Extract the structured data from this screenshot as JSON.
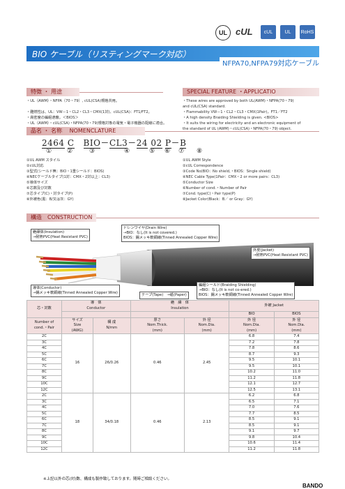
{
  "logos": {
    "ul_text": "UL",
    "cul_text": "cUL",
    "badges": [
      "cUL",
      "UL",
      "RoHS"
    ]
  },
  "title": "BIO ケーブル（リスティングマーク対応）",
  "subtitle": "NFPA70,NFPA79対応ケーブル",
  "features": {
    "header_jp": "特徴 ・ 用途",
    "header_en": "SPECIAL FEATURE ・APPLICATIO",
    "jp": [
      "・UL（AWM）・NFPA（70・79）, cUL(CSA)規格共用。",
      "・難燃性は、UL：VW－1・CL2・CL3・CMX(1対)、cUL(CSA)：FT1/FT2。",
      "・高密度の編組遮蔽。＜BIOS＞",
      "・UL（AWM）・cUL(CSA)・NFPA(70・79)規格対象の電気・電子機器の配線に適合。"
    ],
    "en": [
      "・These wires are approved by both UL(AWM)・NFPA(70・79)",
      "  and cUL(CSA) standard.",
      "・Flammability VW－1・CL2・CL3・CMX(1Pair)，FT1／FT2",
      "・A high density Braiding Shielding  is given. <BIOS>",
      "・It suits the wiring for electricity and an electronic equipment of",
      "  the standard of  UL (AWM)・cUL(CSA)・NFPA(70・79)  object."
    ]
  },
  "nomenclature": {
    "header": "品名 ・ 名称　 NOMENCLATURE",
    "code_parts": [
      "2464",
      "C",
      "BIO",
      "－",
      "CL3",
      "－",
      "24",
      "02",
      "P",
      "－",
      "B"
    ],
    "numbers": [
      "①",
      "②",
      "③",
      "④",
      "⑤",
      "⑥",
      "⑦",
      "⑧"
    ],
    "jp": [
      "①UL AWM スタイル",
      "②cUL対応",
      "③型式(シールド無：BIO・1重シールド：BIOS)",
      "④NECケーブルタイプ(1対：CMX・2対以上：CL3)",
      "⑤導体サイズ",
      "⑥芯数及び対数",
      "⑦芯タイプ(C)・対タイプ(P)",
      "⑧外被色(黒：B/又は灰：GY)"
    ],
    "en": [
      "①UL AWM Style",
      "②cUL Correspondence",
      "③Code No(BIO：No shield,・BIOS：Single shield)",
      "④NEC Cable Type(1Pair：CMX・2 or more pairs：CL3)",
      "⑤Conductor Size",
      "⑥Number of cond.・Number of Pair",
      "⑦Cond. type(C)・Pair type(P)",
      "⑧Jacket Color(Black：B／ or Gray：GY)"
    ]
  },
  "construction": {
    "header": "構造　CONSTRUCTION",
    "callouts": {
      "insulation": [
        "絶縁体(Insulation)",
        "→耐熱PVC(Heat  Resistant  PVC)"
      ],
      "drain": [
        "ドレンワイヤ(Drain Wire)",
        "→BIO：なし(It is not covered.)",
        "  BIOS：錫メッキ軟銅線(Tinned Annealed Copper Wire)"
      ],
      "jacket": [
        "外皮(Jacket)",
        "→耐熱PVC(Heat Resistant PVC)"
      ],
      "conductor": [
        "導体(Conductor)",
        "→錫メッキ軟銅線(Tinned Annealed Copper Wire)"
      ],
      "tape": "テープ(Tape)　→紙(Paper)",
      "shield": [
        "編組シールド(Braiding Shielding)",
        "→BIO：なし(It is not co-ered.)",
        "  BIOS：錫メッキ軟銅線(Tinned Annealed Copper Wire)"
      ]
    }
  },
  "table": {
    "headers": {
      "cores_jp": "芯・対数",
      "conductor_jp": "導　体",
      "conductor_en": "Conductor",
      "insulation_jp": "絶　縁　体",
      "insulation_en": "Insulation",
      "jacket": "外被 Jacket",
      "bio": "BIO",
      "bios": "BIOS",
      "number_en": "Number of",
      "cond_pair": "cond.・Pair",
      "size_jp": "サイズ",
      "size_en": "Size",
      "awg": "(AWG)",
      "comp_jp": "構 成",
      "comp_en": "N/mm",
      "thick_jp": "厚さ",
      "thick_en": "Nom.Thick.",
      "od_jp": "外 径",
      "od_en": "Nom.Dia.",
      "mm": "(mm)"
    },
    "groups": [
      {
        "size": "16",
        "comp": "26/0.26",
        "thick": "0.46",
        "od": "2.45",
        "rows": [
          [
            "2C",
            "6.8",
            "7.4"
          ],
          [
            "3C",
            "7.2",
            "7.8"
          ],
          [
            "4C",
            "7.8",
            "8.6"
          ],
          [
            "5C",
            "8.7",
            "9.3"
          ],
          [
            "6C",
            "9.5",
            "10.1"
          ],
          [
            "7C",
            "9.5",
            "10.1"
          ],
          [
            "8C",
            "10.2",
            "11.0"
          ],
          [
            "9C",
            "11.2",
            "11.8"
          ],
          [
            "10C",
            "12.1",
            "12.7"
          ],
          [
            "12C",
            "12.5",
            "13.1"
          ]
        ]
      },
      {
        "size": "18",
        "comp": "34/0.18",
        "thick": "0.46",
        "od": "2.13",
        "rows": [
          [
            "2C",
            "6.2",
            "6.8"
          ],
          [
            "3C",
            "6.5",
            "7.1"
          ],
          [
            "4C",
            "7.0",
            "7.6"
          ],
          [
            "5C",
            "7.7",
            "8.5"
          ],
          [
            "6C",
            "8.5",
            "9.1"
          ],
          [
            "7C",
            "8.5",
            "9.1"
          ],
          [
            "8C",
            "9.1",
            "9.7"
          ],
          [
            "9C",
            "9.8",
            "10.4"
          ],
          [
            "10C",
            "10.6",
            "11.4"
          ],
          [
            "12C",
            "11.2",
            "11.8"
          ]
        ]
      }
    ],
    "note": "※上記以外の芯(対)数、構成も製作致しております。随時ご相談ください。"
  },
  "brand": "BANDO"
}
